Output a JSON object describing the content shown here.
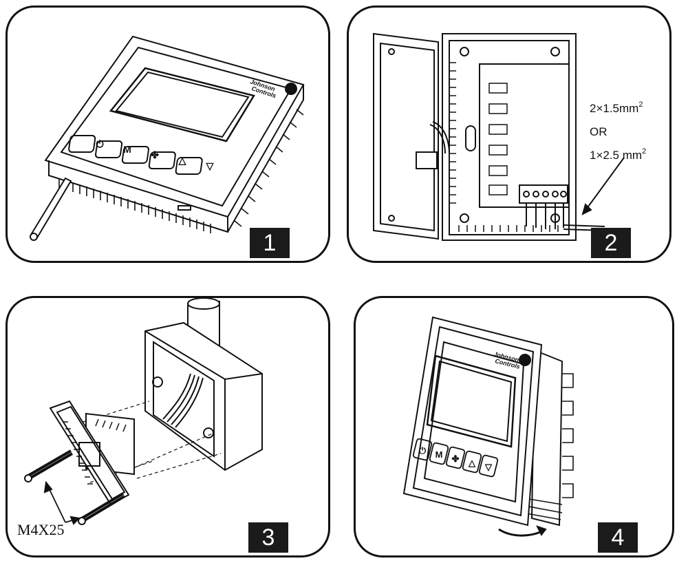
{
  "panels": [
    {
      "step": "1",
      "brand": [
        "Johnson",
        "Controls"
      ]
    },
    {
      "step": "2",
      "wire_spec": {
        "line1": "2×1.5mm",
        "line1_sup": "2",
        "or": "OR",
        "line2": "1×2.5 mm",
        "line2_sup": "2"
      }
    },
    {
      "step": "3",
      "screw_label": "M4X25"
    },
    {
      "step": "4",
      "brand": [
        "Johnson",
        "Controls"
      ]
    }
  ],
  "buttons": {
    "power": "⏻",
    "mode": "M",
    "fan": "✤",
    "up": "△",
    "down": "▽"
  },
  "colors": {
    "line": "#111111",
    "badge": "#1b1b1b",
    "background": "#ffffff"
  }
}
